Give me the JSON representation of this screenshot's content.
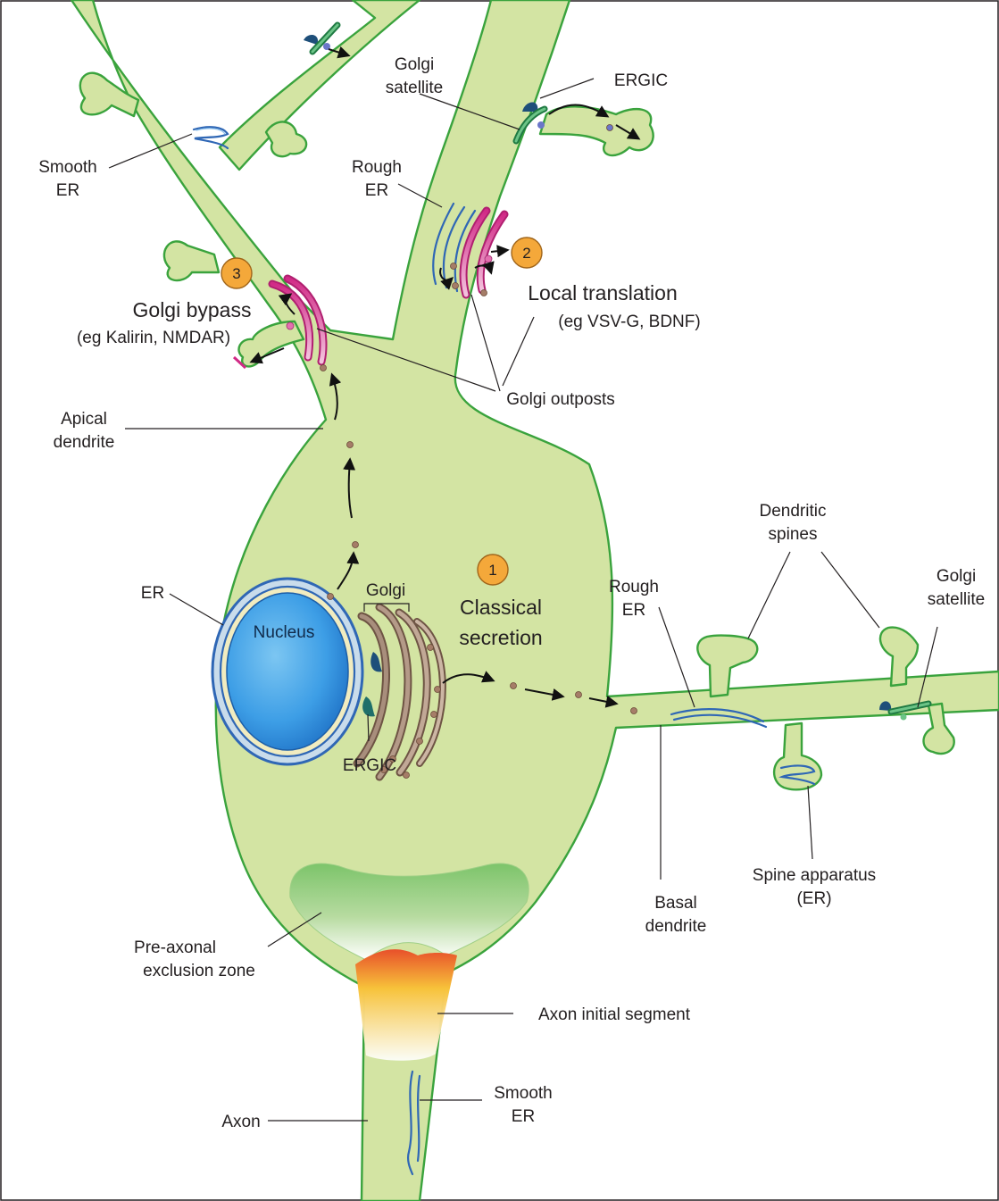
{
  "labels": {
    "golgi_satellite_top": [
      "Golgi",
      "satellite"
    ],
    "ergic_top": "ERGIC",
    "smooth_er_top": [
      "Smooth",
      "ER"
    ],
    "rough_er_top": [
      "Rough",
      "ER"
    ],
    "badge_2": "2",
    "local_translation": "Local translation",
    "local_translation_eg": "(eg VSV-G, BDNF)",
    "badge_3": "3",
    "golgi_bypass": "Golgi bypass",
    "golgi_bypass_eg": "(eg Kalirin, NMDAR)",
    "golgi_outposts": "Golgi outposts",
    "apical_dendrite": [
      "Apical",
      "dendrite"
    ],
    "dendritic_spines": [
      "Dendritic",
      "spines"
    ],
    "golgi_satellite_right": [
      "Golgi",
      "satellite"
    ],
    "rough_er_right": [
      "Rough",
      "ER"
    ],
    "badge_1": "1",
    "classical_secretion": [
      "Classical",
      "secretion"
    ],
    "er": "ER",
    "golgi": "Golgi",
    "nucleus": "Nucleus",
    "ergic_soma": "ERGIC",
    "spine_apparatus": [
      "Spine apparatus",
      "(ER)"
    ],
    "basal_dendrite": [
      "Basal",
      "dendrite"
    ],
    "pre_axonal": [
      "Pre-axonal",
      "exclusion zone"
    ],
    "axon_initial_segment": "Axon initial segment",
    "axon": "Axon",
    "smooth_er_axon": [
      "Smooth",
      "ER"
    ]
  },
  "colors": {
    "cytoplasm": "#d3e4a3",
    "membrane": "#3aa33d",
    "nucleus": "#2f8be0",
    "er": "#2f67b5",
    "golgi_brown": "#8a6e5a",
    "golgi_pink": "#d12a86",
    "ergic": "#1e4f7a",
    "golgi_satellite": "#2e9a56",
    "badge": "#f4a83a",
    "ais_top": "#e8502a",
    "ais_mid": "#f7c23a"
  }
}
